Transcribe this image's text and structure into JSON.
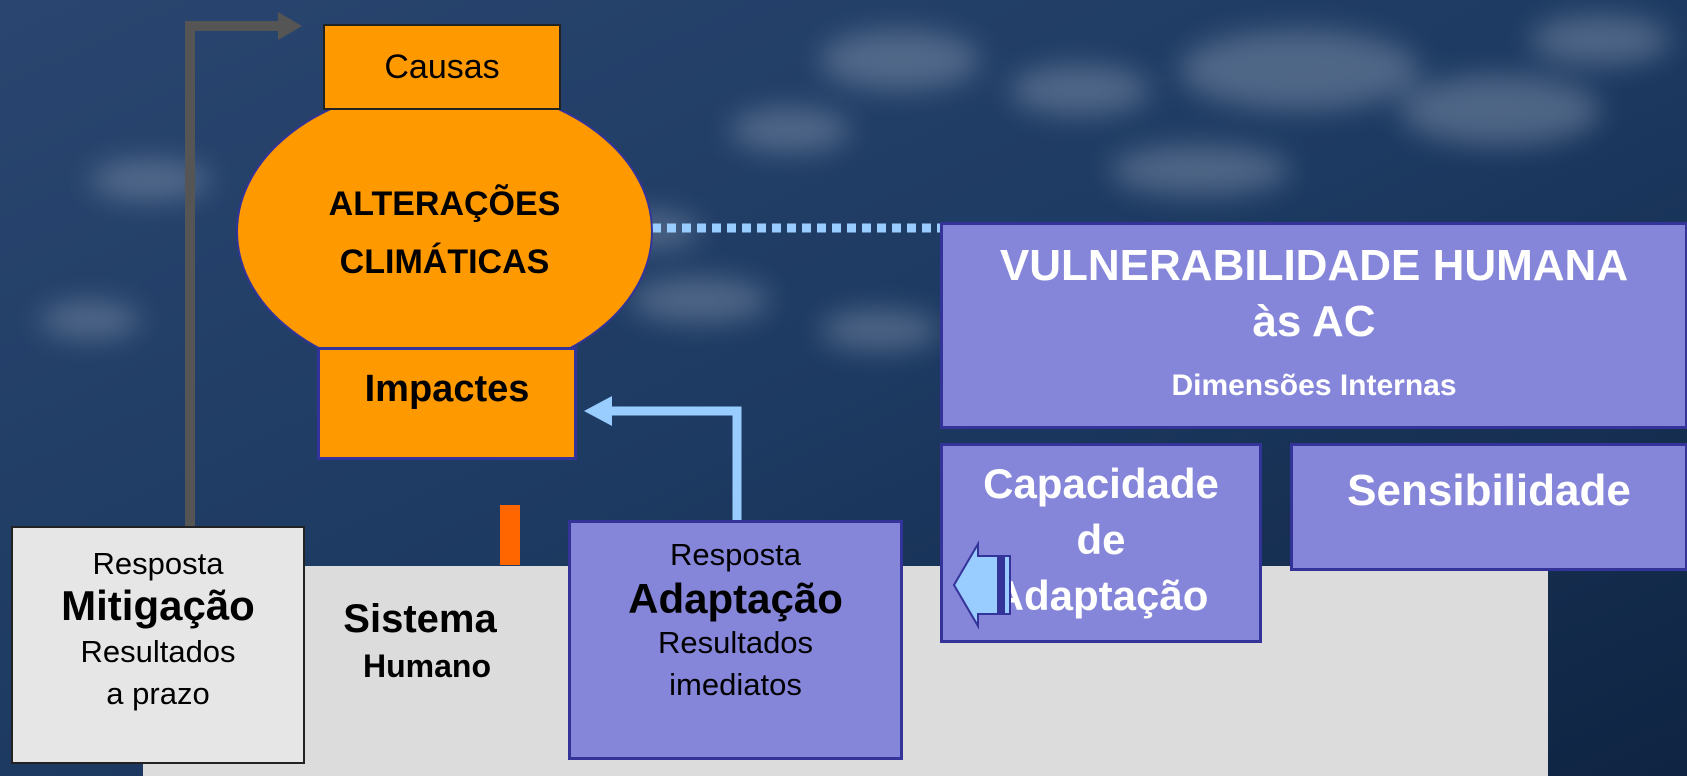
{
  "colors": {
    "orange": "#ff9900",
    "purple": "#8585d9",
    "border": "#333399",
    "grey_panel": "#dcdcdc",
    "light_blue": "#99ccff",
    "dark_arrow": "#555555",
    "orange_red": "#ff6600"
  },
  "causas": "Causas",
  "alteracoes": {
    "line1": "ALTERAÇÕES",
    "line2": "CLIMÁTICAS"
  },
  "impactes": "Impactes",
  "vulnerabilidade": {
    "line1": "VULNERABILIDADE HUMANA",
    "line2": "às AC",
    "sub": "Dimensões Internas"
  },
  "capacidade": {
    "line1": "Capacidade",
    "line2": "de",
    "line3": "Adaptação"
  },
  "sensibilidade": "Sensibilidade",
  "mitigacao": {
    "l1": "Resposta",
    "l2": "Mitigação",
    "l3": "Resultados",
    "l4": "a prazo"
  },
  "sistema": {
    "l1": "Sistema",
    "l2": "Humano"
  },
  "adaptacao": {
    "l1": "Resposta",
    "l2": "Adaptação",
    "l3": "Resultados",
    "l4": "imediatos"
  }
}
